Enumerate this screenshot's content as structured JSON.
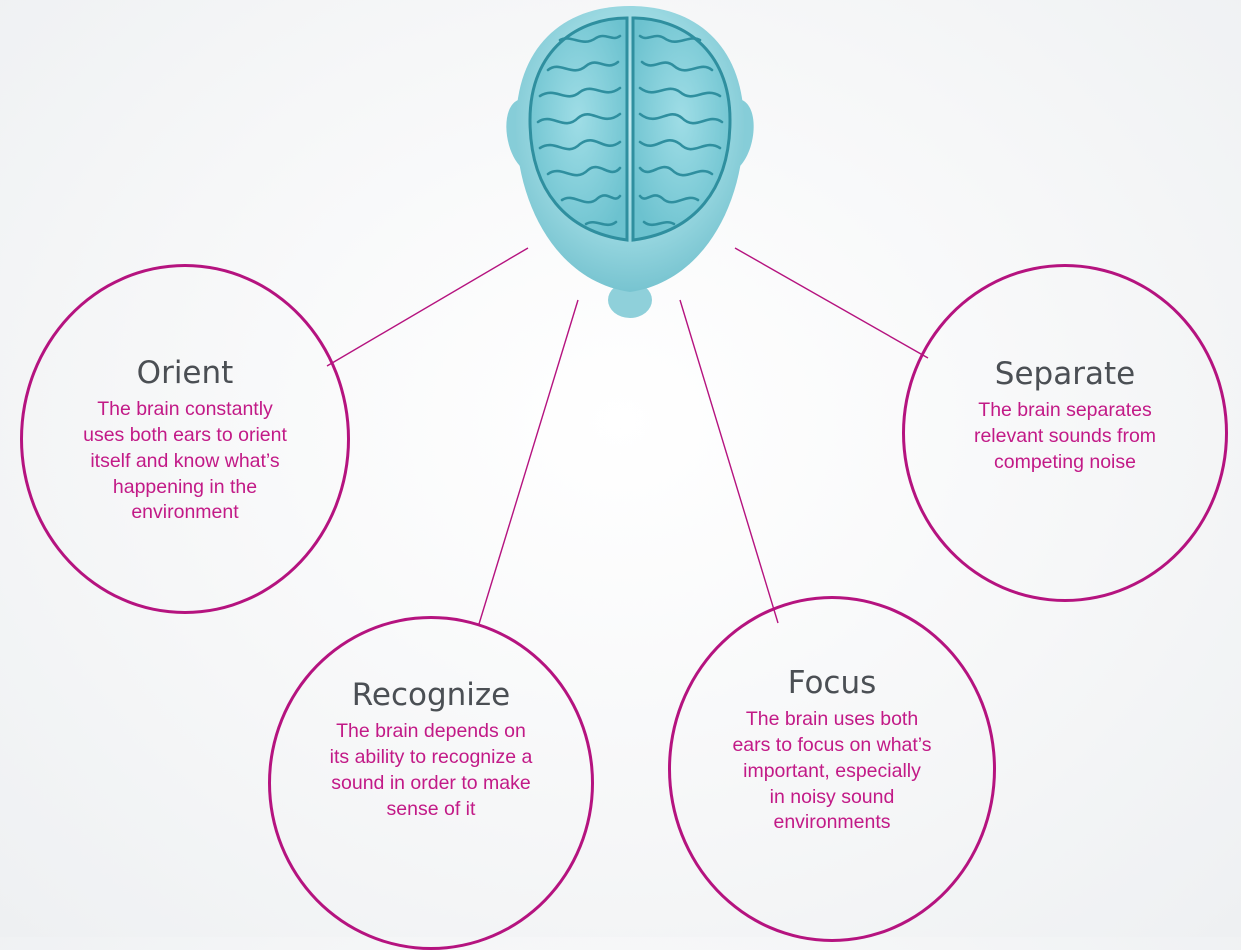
{
  "diagram": {
    "line_color": "#b5137f",
    "title_color": "#4b4f54",
    "text_color": "#c21a87",
    "head_color": "#8fd3dd",
    "brain_color": "#2f8f9f",
    "nodes": [
      {
        "title": "Orient",
        "description": "The brain constantly\nuses both ears to orient\nitself and know what’s\nhappening in the\nenvironment"
      },
      {
        "title": "Recognize",
        "description": "The brain depends on\nits ability to recognize a\nsound in order to make\nsense of it"
      },
      {
        "title": "Focus",
        "description": "The brain uses both\nears to focus on what’s\nimportant, especially\nin noisy sound\nenvironments"
      },
      {
        "title": "Separate",
        "description": "The brain separates\nrelevant sounds from\ncompeting noise"
      }
    ]
  }
}
